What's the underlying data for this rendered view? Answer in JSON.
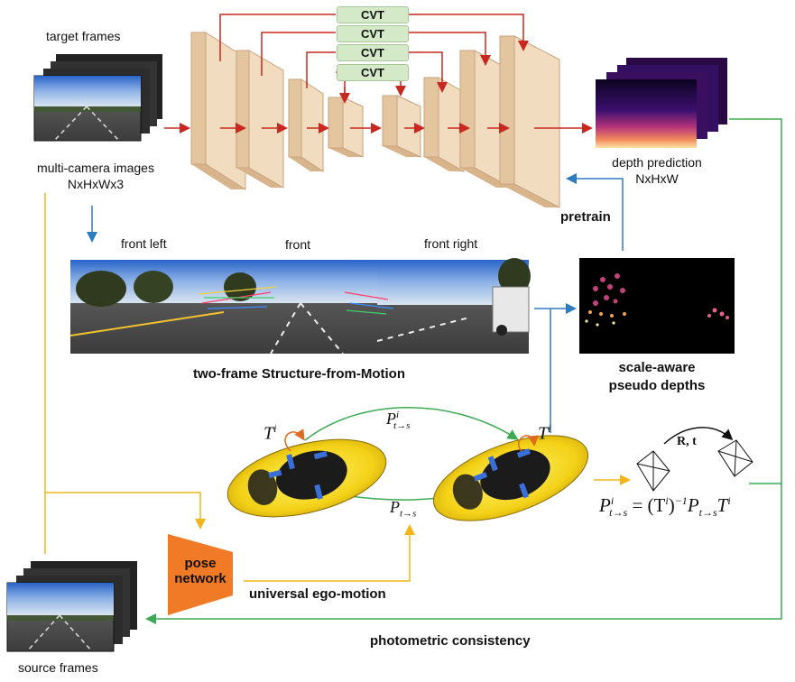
{
  "labels": {
    "target_frames": "target frames",
    "multi_camera_images": "multi-camera images",
    "nxhxwx3": "NxHxWx3",
    "depth_prediction": "depth prediction",
    "nxhxw": "NxHxW",
    "pretrain": "pretrain",
    "front_left": "front left",
    "front": "front",
    "front_right": "front right",
    "two_frame_sfm": "two-frame Structure-from-Motion",
    "scale_aware": "scale-aware",
    "pseudo_depths": "pseudo depths",
    "pose": "pose",
    "network": "network",
    "universal_ego_motion": "universal ego-motion",
    "photometric_consistency": "photometric consistency",
    "source_frames": "source frames"
  },
  "cvt_blocks": [
    "CVT",
    "CVT",
    "CVT",
    "CVT"
  ],
  "math": {
    "Ti_left": "T",
    "Ti_sup": "i",
    "P_ts_i": "P",
    "P_ts_sub": "t→s",
    "P_ts": "P",
    "rt": "R, t",
    "formula": "P",
    "formula_rest": " = (T",
    "formula_rest2": ")",
    "formula_rest3": "P",
    "formula_rest4": "T"
  },
  "colors": {
    "encoder_block": "#f1dcc0",
    "block_edge": "#c9a27a",
    "red_arrow": "#c8281f",
    "blue_arrow": "#2e7cc0",
    "orange_arrow": "#f2b51a",
    "green_arrow": "#3caa55",
    "pose_network": "#f07a25",
    "car_yellow": "#f3d117"
  }
}
